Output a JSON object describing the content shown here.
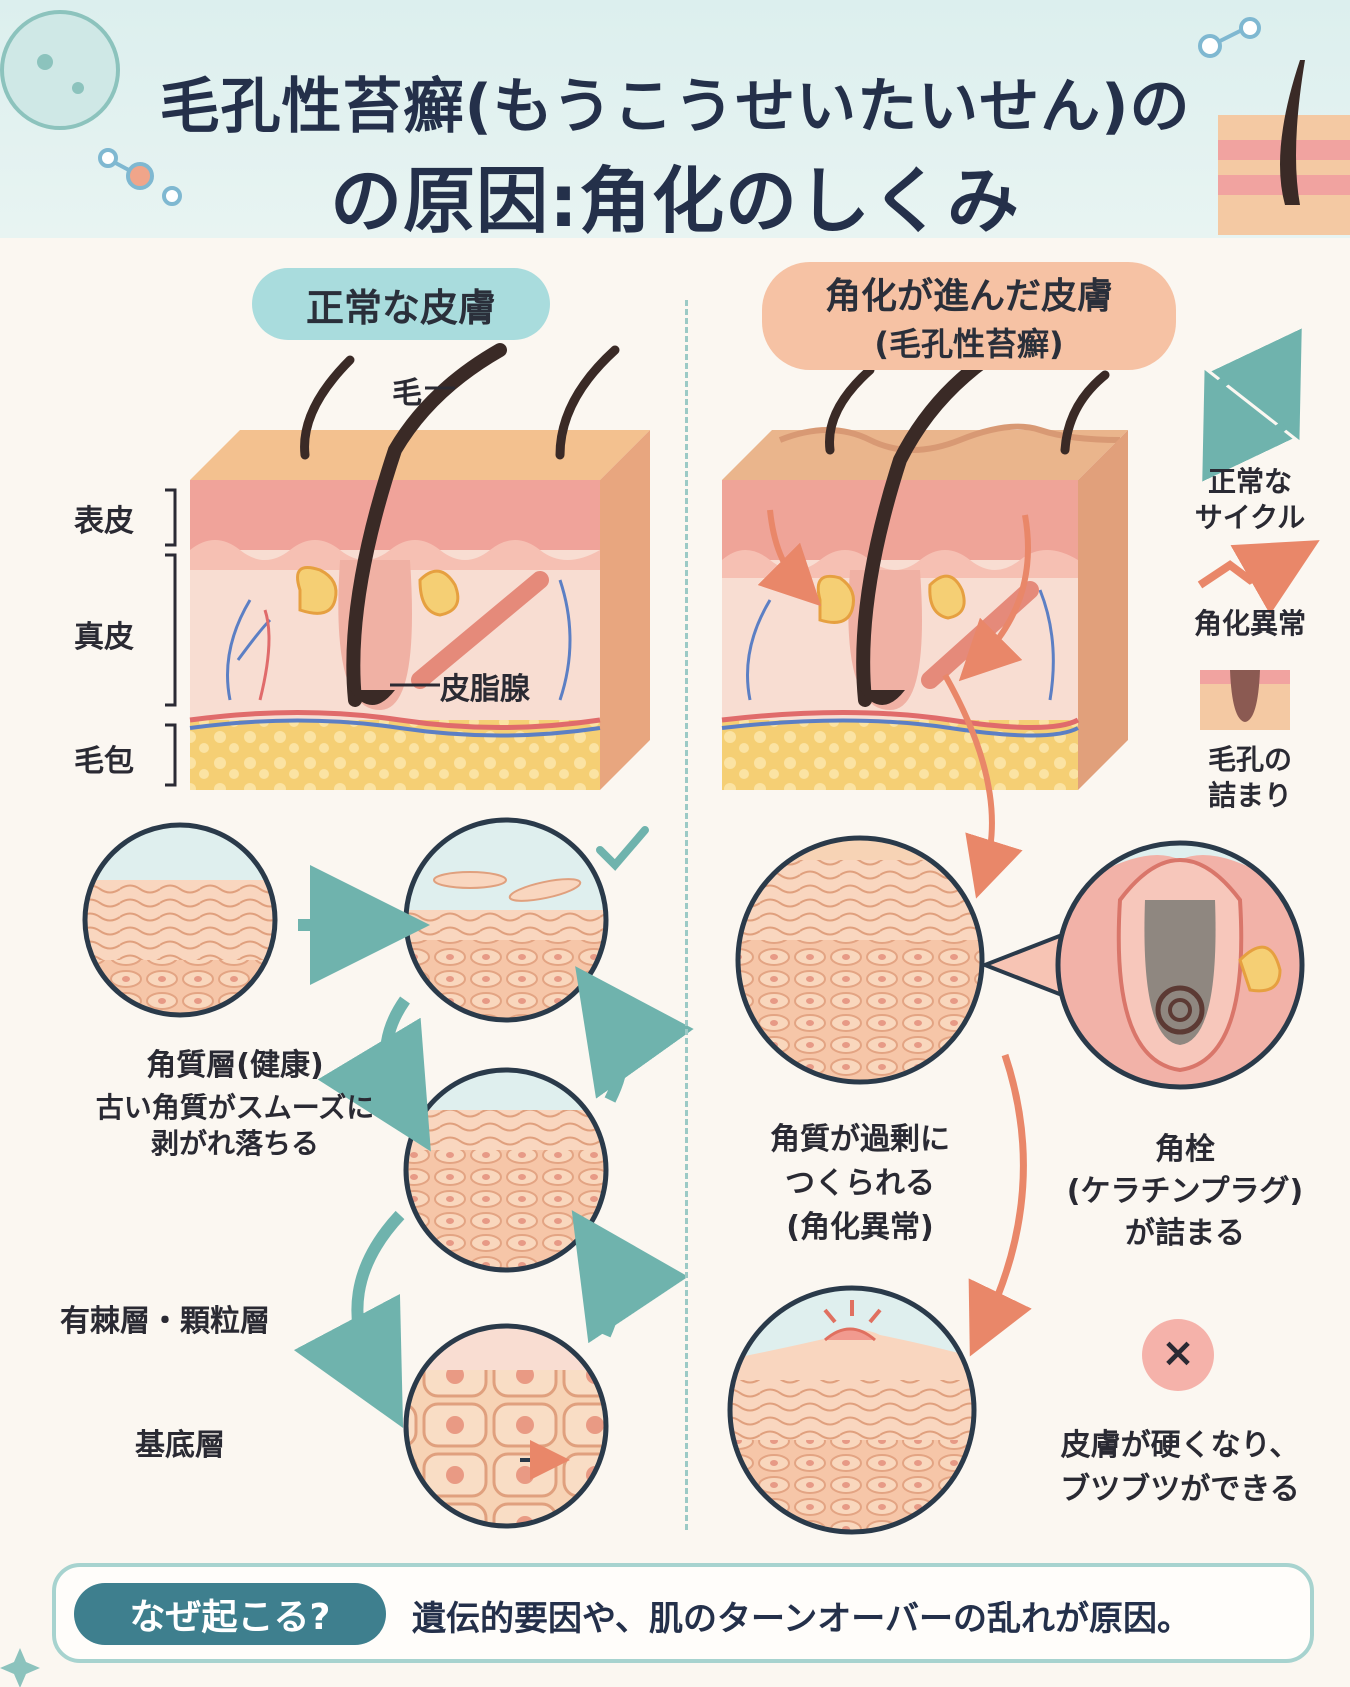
{
  "title": {
    "line1": "毛孔性苔癬(もうこうせいたいせん)の",
    "line2": "の原因:角化のしくみ"
  },
  "left_panel": {
    "heading": "正常な皮膚",
    "hair_label": "毛",
    "sebaceous_label": "皮脂腺",
    "layers": [
      "表皮",
      "真皮",
      "毛包"
    ],
    "stratum_title": "角質層(健康)",
    "stratum_desc_1": "古い角質がスムーズに",
    "stratum_desc_2": "剥がれ落ちる",
    "middle_label": "有棘層・顆粒層",
    "basal_label": "基底層"
  },
  "right_panel": {
    "heading_1": "角化が進んだ皮膚",
    "heading_2": "(毛孔性苔癬)",
    "legend": {
      "normal_cycle_1": "正常な",
      "normal_cycle_2": "サイクル",
      "abnormal": "角化異常",
      "clog_1": "毛孔の",
      "clog_2": "詰まり"
    },
    "excess_1": "角質が過剰に",
    "excess_2": "つくられる",
    "excess_3": "(角化異常)",
    "plug_1": "角栓",
    "plug_2": "(ケラチンプラグ)",
    "plug_3": "が詰まる",
    "result_1": "皮膚が硬くなり、",
    "result_2": "ブツブツができる",
    "x_mark": "×"
  },
  "footer": {
    "question": "なぜ起こる?",
    "answer": "遺伝的要因や、肌のターンオーバーの乱れが原因。"
  },
  "colors": {
    "teal": "#6fb3ad",
    "teal_dark": "#3e7f8e",
    "coral": "#e98769",
    "skin": "#f4c9a3",
    "dermis": "#f8ddd2",
    "fat": "#f5cf74",
    "hair": "#3a2a26"
  }
}
